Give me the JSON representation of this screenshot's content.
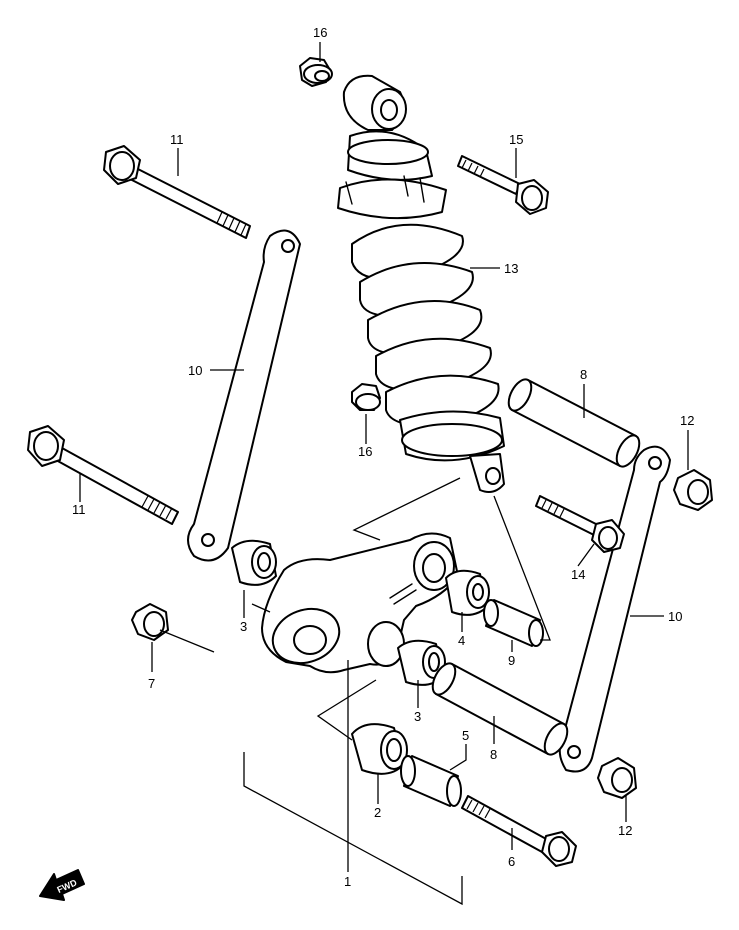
{
  "diagram": {
    "callouts": [
      {
        "id": "c16a",
        "label": "16"
      },
      {
        "id": "c15",
        "label": "15"
      },
      {
        "id": "c11a",
        "label": "11"
      },
      {
        "id": "c13",
        "label": "13"
      },
      {
        "id": "c10a",
        "label": "10"
      },
      {
        "id": "c8a",
        "label": "8"
      },
      {
        "id": "c16b",
        "label": "16"
      },
      {
        "id": "c12a",
        "label": "12"
      },
      {
        "id": "c11b",
        "label": "11"
      },
      {
        "id": "c14",
        "label": "14"
      },
      {
        "id": "c3a",
        "label": "3"
      },
      {
        "id": "c4",
        "label": "4"
      },
      {
        "id": "c10b",
        "label": "10"
      },
      {
        "id": "c9",
        "label": "9"
      },
      {
        "id": "c7",
        "label": "7"
      },
      {
        "id": "c3b",
        "label": "3"
      },
      {
        "id": "c5",
        "label": "5"
      },
      {
        "id": "c8b",
        "label": "8"
      },
      {
        "id": "c2",
        "label": "2"
      },
      {
        "id": "c12b",
        "label": "12"
      },
      {
        "id": "c6",
        "label": "6"
      },
      {
        "id": "c1",
        "label": "1"
      }
    ],
    "direction_badge": {
      "label": "FWD",
      "icon": "forward-arrow-icon"
    }
  }
}
